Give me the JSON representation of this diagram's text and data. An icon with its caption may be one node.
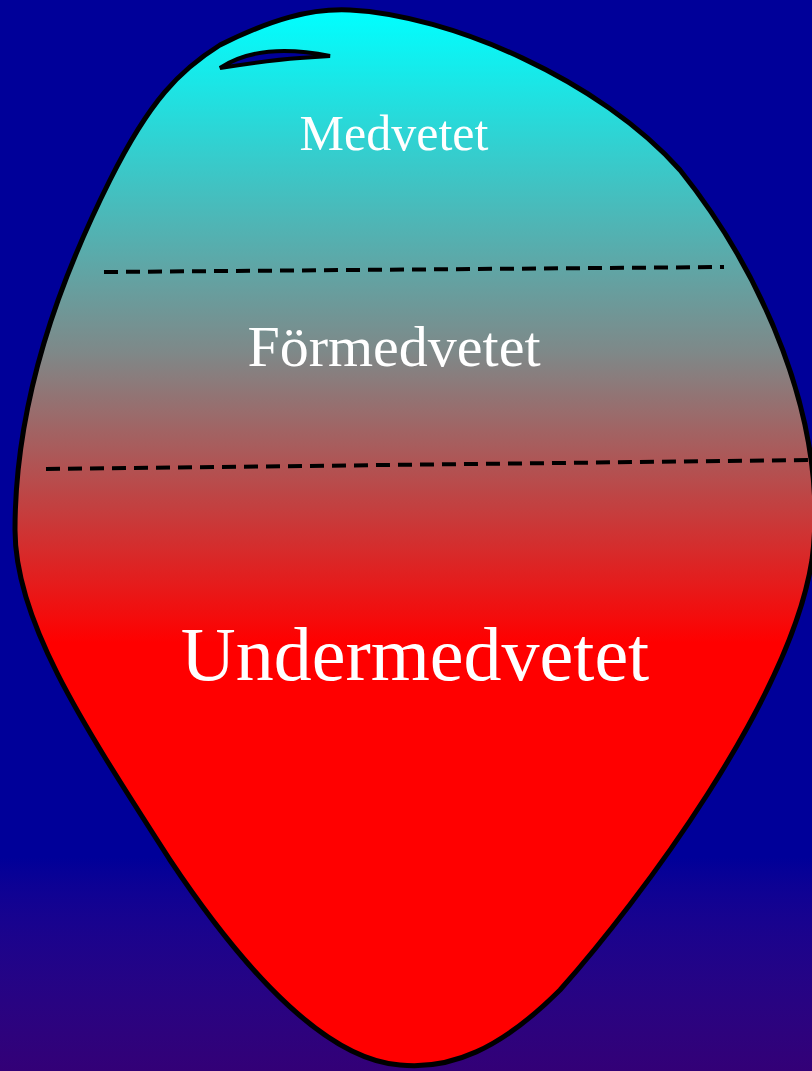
{
  "diagram": {
    "nodes": [
      {
        "text": [
          "Medvetet",
          "Förmedvetet",
          "Undermedvetet"
        ]
      }
    ]
  }
}
